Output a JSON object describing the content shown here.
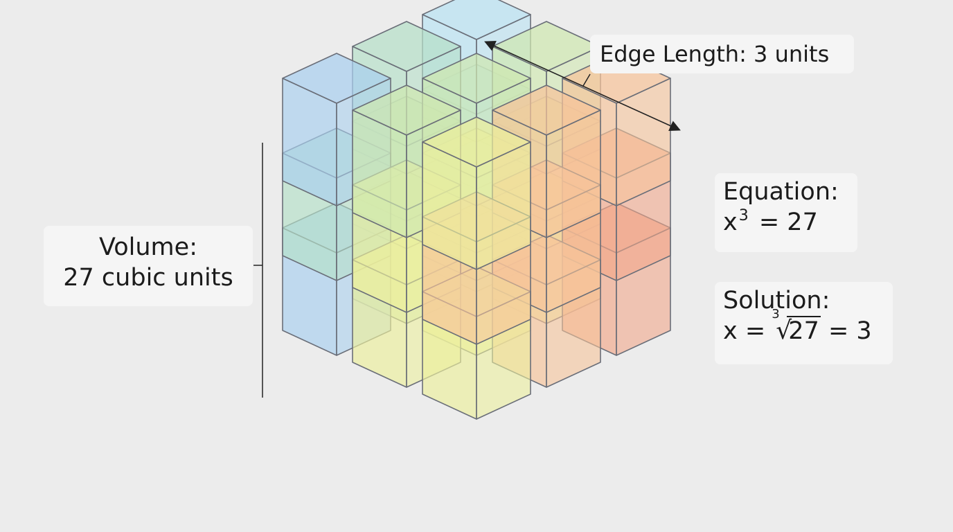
{
  "labels": {
    "volume_title": "Volume:",
    "volume_value": "27 cubic units",
    "edge": "Edge Length: 3 units",
    "equation_title": "Equation:",
    "equation_base": "x",
    "equation_exp": "3",
    "equation_rhs": " = 27",
    "solution_title": "Solution:",
    "solution_lhs": "x = ",
    "solution_root_index": "3",
    "solution_radicand": "27",
    "solution_rhs": " = 3"
  },
  "cube": {
    "grid_size": 3,
    "colors": {
      "blue": "#a9cfee",
      "cyan": "#b8e2f3",
      "green": "#b5dfc8",
      "lime": "#cfe8b0",
      "yellow": "#ecef9d",
      "orange": "#f6c49a",
      "salmon": "#f2a88a",
      "stroke": "#6a6e78"
    }
  }
}
